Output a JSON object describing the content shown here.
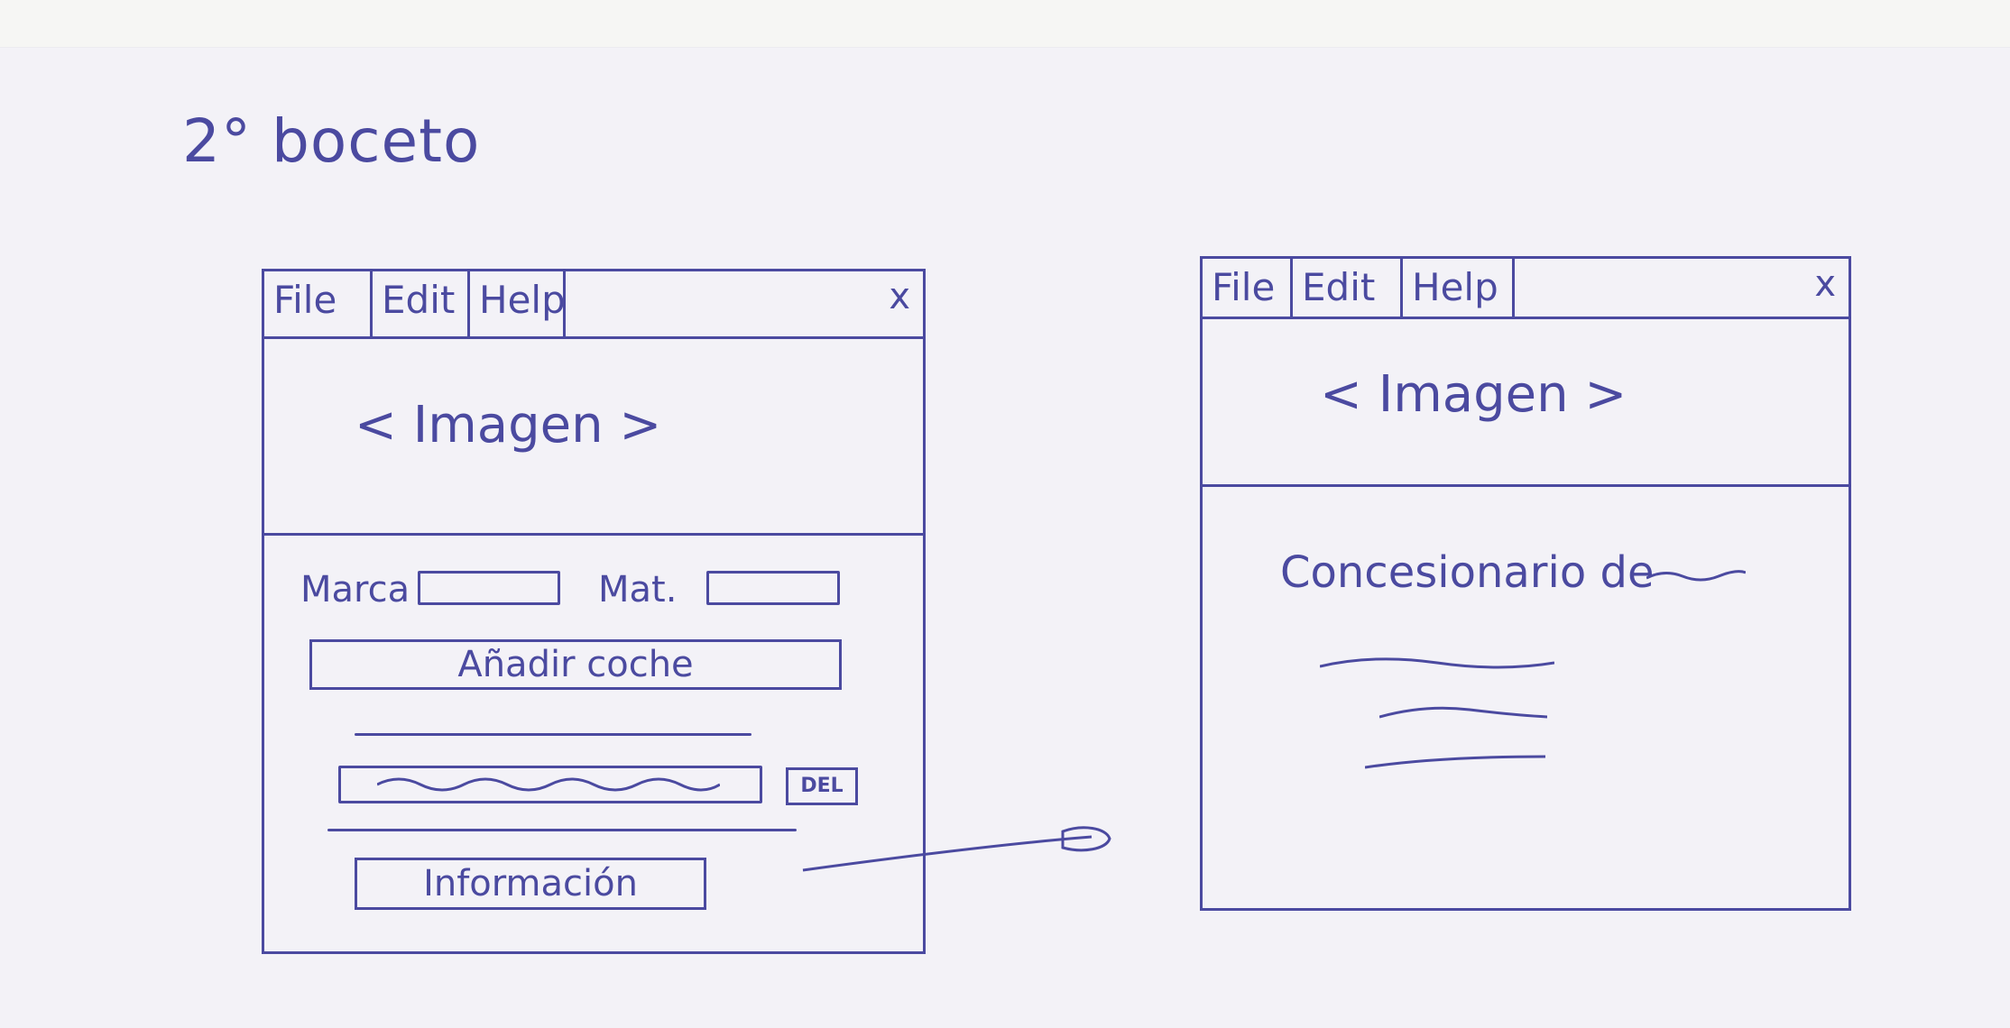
{
  "title": "2° boceto",
  "window_main": {
    "menu": [
      "File",
      "Edit",
      "Help"
    ],
    "close": "x",
    "image_label": "< Imagen >",
    "marca_label": "Marca",
    "mat_label": "Mat.",
    "add_button": "Añadir coche",
    "del_button": "DEL",
    "info_button": "Información"
  },
  "window_info": {
    "menu": [
      "File",
      "Edit",
      "Help"
    ],
    "close": "x",
    "image_label": "< Imagen >",
    "body_title": "Concesionario de"
  },
  "colors": {
    "ink": "#4b4aa0",
    "paper": "#f3f2f7"
  }
}
